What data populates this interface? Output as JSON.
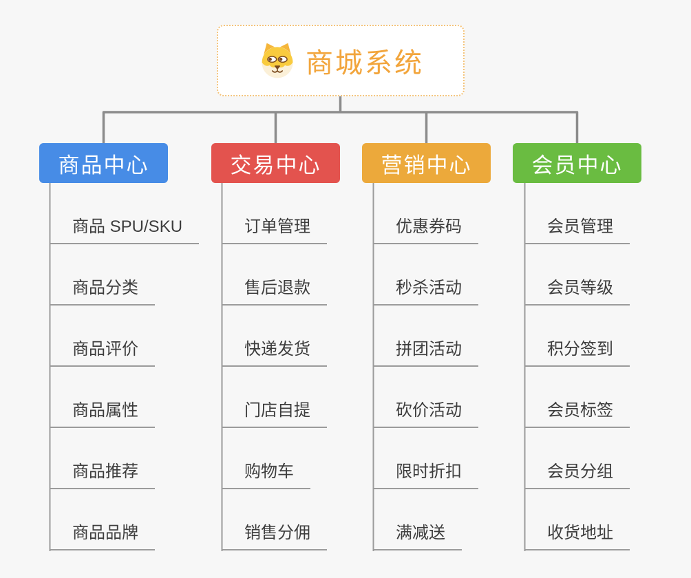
{
  "root": {
    "title": "商城系统",
    "icon": "dog-face",
    "accent_color": "#f2a53c",
    "border_color": "#f4c47c"
  },
  "branches": [
    {
      "label": "商品中心",
      "color": "#478ce6",
      "items": [
        "商品 SPU/SKU",
        "商品分类",
        "商品评价",
        "商品属性",
        "商品推荐",
        "商品品牌"
      ]
    },
    {
      "label": "交易中心",
      "color": "#e3534e",
      "items": [
        "订单管理",
        "售后退款",
        "快递发货",
        "门店自提",
        "购物车",
        "销售分佣"
      ]
    },
    {
      "label": "营销中心",
      "color": "#eca93b",
      "items": [
        "优惠券码",
        "秒杀活动",
        "拼团活动",
        "砍价活动",
        "限时折扣",
        "满减送"
      ]
    },
    {
      "label": "会员中心",
      "color": "#6abc41",
      "items": [
        "会员管理",
        "会员等级",
        "积分签到",
        "会员标签",
        "会员分组",
        "收货地址"
      ]
    }
  ],
  "colors": {
    "background": "#f7f7f7",
    "connector_line": "#8c8c8c",
    "leaf_line": "#9b9b9b",
    "leaf_text": "#3d3d3d"
  }
}
